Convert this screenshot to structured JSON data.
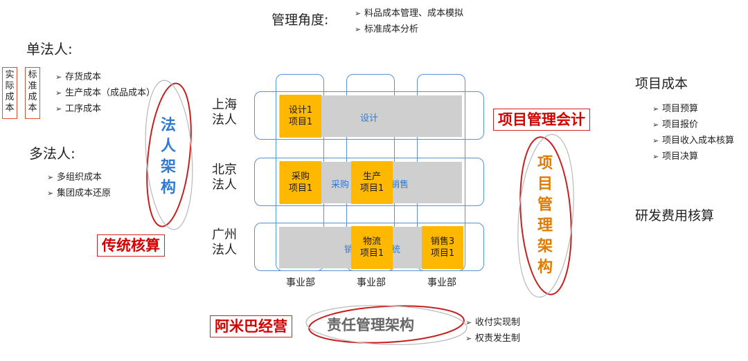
{
  "top": {
    "title": "管理角度:",
    "items": [
      "料品成本管理、成本模拟",
      "标准成本分析"
    ]
  },
  "left": {
    "single_title": "单法人:",
    "box1": "实际成本",
    "box2": "标准成本",
    "single_items": [
      "存货成本",
      "生产成本（成品成本）",
      "工序成本"
    ],
    "multi_title": "多法人:",
    "multi_items": [
      "多组织成本",
      "集团成本还原"
    ]
  },
  "faren_jiagou": "法人架构",
  "chuantong": "传统核算",
  "rows": [
    {
      "label": "上海法人"
    },
    {
      "label": "北京法人"
    },
    {
      "label": "广州法人"
    }
  ],
  "bars": {
    "sh_text": "设计",
    "bj_text1": "采购",
    "bj_text2": "销售",
    "gz_text1": "销",
    "gz_text2": "统"
  },
  "boxes": {
    "sheji": [
      "设计1",
      "项目1"
    ],
    "caigou": [
      "采购",
      "项目1"
    ],
    "shengchan": [
      "生产",
      "项目1"
    ],
    "wuliu": [
      "物流",
      "项目1"
    ],
    "xiaoshou": [
      "销售3",
      "项目1"
    ]
  },
  "depts": [
    "事业部",
    "事业部",
    "事业部"
  ],
  "amiba": "阿米巴经营",
  "zeren": "责任管理架构",
  "bottom_items": [
    "收付实现制",
    "权责发生制"
  ],
  "xmgl_kuaiji": "项目管理会计",
  "xmgl_jiagou": "项目管理架构",
  "right": {
    "title": "项目成本",
    "items": [
      "项目预算",
      "项目报价",
      "项目收入成本核算",
      "项目决算"
    ],
    "rd": "研发费用核算"
  },
  "colors": {
    "red": "#d40000",
    "blue": "#2f7bd2",
    "orange": "#e07b00",
    "yellow": "#ffb800",
    "grey": "#cfcfcf",
    "frame": "#5b8fd6"
  }
}
